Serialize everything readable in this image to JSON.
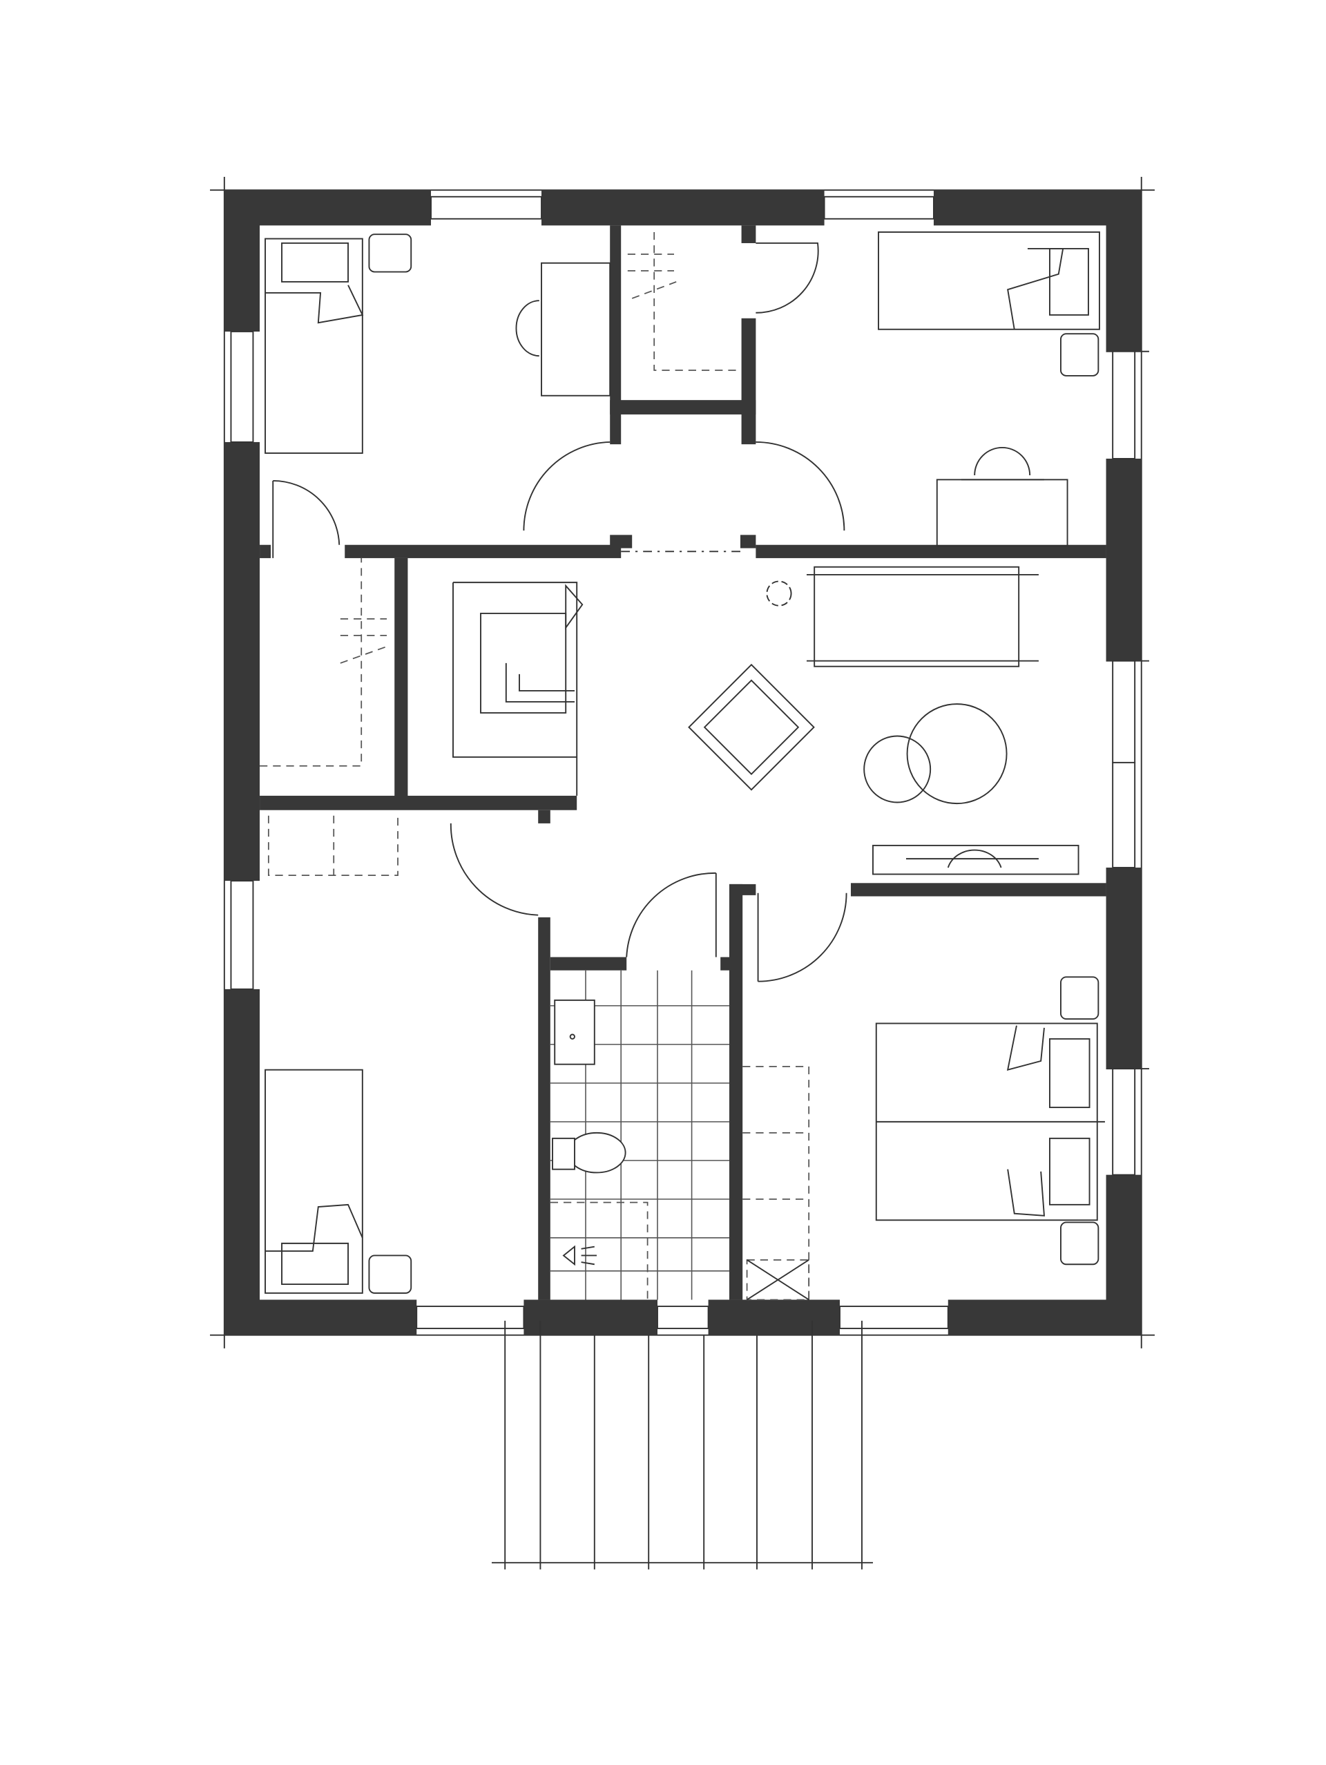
{
  "plan": {
    "wall_color": "#383838",
    "line_color": "#333333",
    "background": "#ffffff",
    "rooms": [
      "bedroom-top-left",
      "bedroom-top-right",
      "living-area",
      "bedroom-bottom-left",
      "bedroom-bottom-right",
      "bathroom",
      "closets",
      "stairs"
    ]
  }
}
